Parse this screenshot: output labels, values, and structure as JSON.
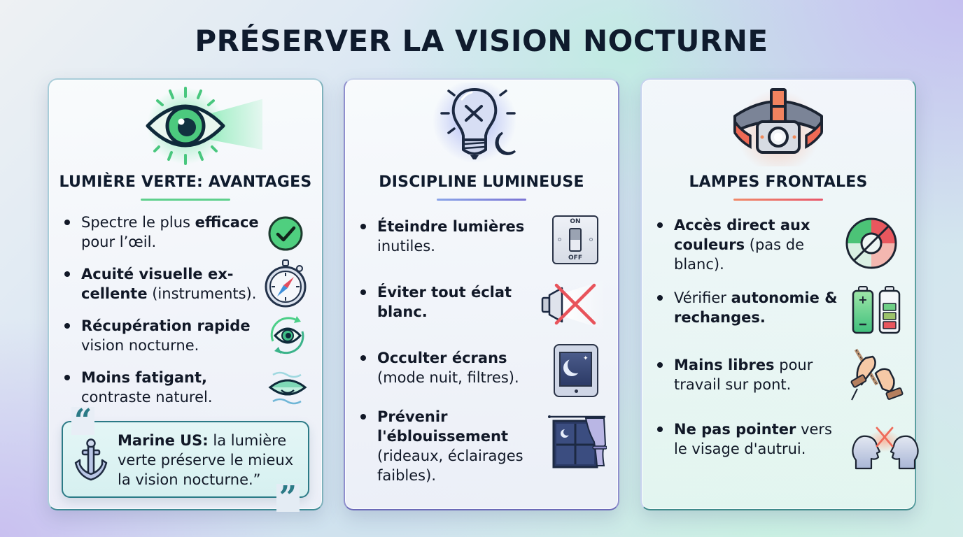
{
  "page": {
    "title": "PRÉSERVER LA VISION NOCTURNE"
  },
  "colors": {
    "green_accent": "#5ed08c",
    "blue_accent": "#7b74d4",
    "red_accent": "#e8566a",
    "quote_border": "#2b7a86",
    "text": "#111827"
  },
  "cards": [
    {
      "icon": "glowing-green-eye-icon",
      "title": "LUMIÈRE VERTE: AVANTAGES",
      "items": [
        {
          "bold_first": false,
          "pre": "Spectre le plus ",
          "bold": "efficace",
          "post": " pour l’œil.",
          "icon": "green-checkmark-icon"
        },
        {
          "bold": "Acuité visuelle ex-cellente",
          "post": " (instruments).",
          "icon": "compass-icon"
        },
        {
          "bold": "Récupération rapide",
          "post": " vision nocturne.",
          "icon": "eye-refresh-icon"
        },
        {
          "bold": "Moins fatigant,",
          "post": " contraste naturel.",
          "icon": "relaxed-eye-icon"
        }
      ],
      "quote": {
        "icon": "anchor-icon",
        "bold": "Marine US:",
        "text": " la lumière verte préserve le mieux la vision nocturne.”",
        "open_mark": "“",
        "close_mark": "”"
      }
    },
    {
      "icon": "lightbulb-off-moon-icon",
      "title": "DISCIPLINE LUMINEUSE",
      "items": [
        {
          "bold": "Éteindre lumières",
          "post": " inutiles.",
          "icon": "light-switch-icon",
          "switch_on": "ON",
          "switch_off": "OFF"
        },
        {
          "bold": "Éviter tout éclat blanc.",
          "post": "",
          "icon": "no-white-light-icon"
        },
        {
          "bold": "Occulter écrans",
          "post": " (mode nuit, filtres).",
          "icon": "tablet-night-mode-icon"
        },
        {
          "bold": "Prévenir l'éblouissement",
          "post": " (rideaux, éclairages faibles).",
          "icon": "window-curtain-icon"
        }
      ]
    },
    {
      "icon": "headlamp-icon",
      "title": "LAMPES FRONTALES",
      "items": [
        {
          "bold": "Accès direct aux couleurs",
          "post": " (pas de blanc).",
          "icon": "color-selector-dial-icon"
        },
        {
          "pre": "Vérifier ",
          "bold": "autonomie & rechanges.",
          "post": "",
          "icon": "batteries-icon"
        },
        {
          "bold": "Mains libres",
          "post": " pour travail sur pont.",
          "icon": "hands-rope-icon"
        },
        {
          "bold": "Ne pas pointer",
          "post": " vers le visage d'autrui.",
          "icon": "no-face-pointing-icon"
        }
      ]
    }
  ]
}
